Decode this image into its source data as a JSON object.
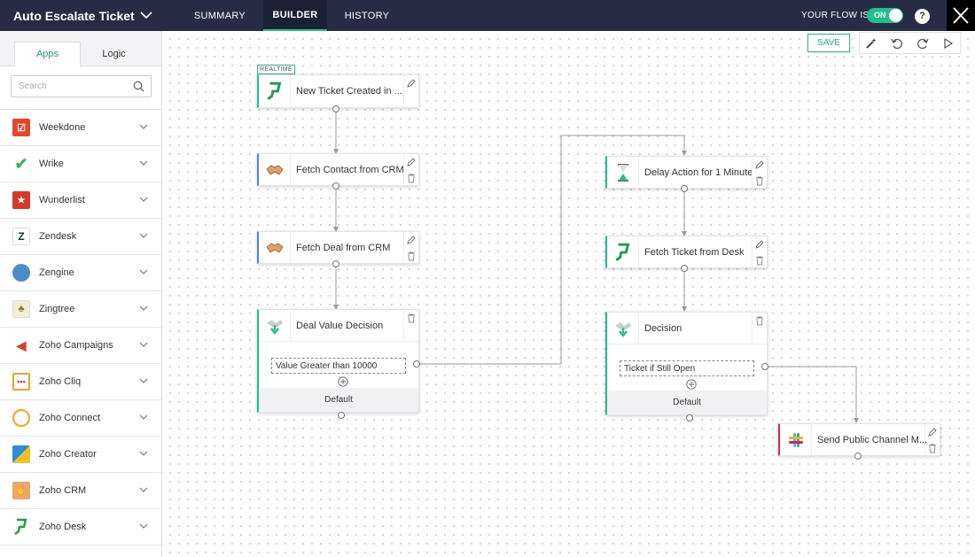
{
  "header": {
    "flow_name": "Auto Escalate Ticket",
    "tabs": [
      {
        "label": "SUMMARY"
      },
      {
        "label": "BUILDER"
      },
      {
        "label": "HISTORY"
      }
    ],
    "flow_status_label": "YOUR FLOW IS",
    "toggle_label": "ON",
    "help_label": "?"
  },
  "sidebar": {
    "tabs": [
      {
        "label": "Apps"
      },
      {
        "label": "Logic"
      }
    ],
    "search_placeholder": "Search",
    "apps": [
      {
        "label": "Weekdone",
        "icon": "weekdone-icon"
      },
      {
        "label": "Wrike",
        "icon": "wrike-icon"
      },
      {
        "label": "Wunderlist",
        "icon": "wunderlist-icon"
      },
      {
        "label": "Zendesk",
        "icon": "zendesk-icon"
      },
      {
        "label": "Zengine",
        "icon": "zengine-icon"
      },
      {
        "label": "Zingtree",
        "icon": "zingtree-icon"
      },
      {
        "label": "Zoho Campaigns",
        "icon": "zoho-campaigns-icon"
      },
      {
        "label": "Zoho Cliq",
        "icon": "zoho-cliq-icon"
      },
      {
        "label": "Zoho Connect",
        "icon": "zoho-connect-icon"
      },
      {
        "label": "Zoho Creator",
        "icon": "zoho-creator-icon"
      },
      {
        "label": "Zoho CRM",
        "icon": "zoho-crm-icon"
      },
      {
        "label": "Zoho Desk",
        "icon": "zoho-desk-icon"
      }
    ]
  },
  "toolbar": {
    "save_label": "SAVE"
  },
  "flow": {
    "realtime_badge": "REALTIME",
    "trigger": {
      "label": "New Ticket Created in ..."
    },
    "fetch_contact": {
      "label": "Fetch Contact from CRM"
    },
    "fetch_deal": {
      "label": "Fetch Deal from CRM"
    },
    "deal_decision": {
      "label": "Deal Value Decision",
      "condition": "Value Greater than 10000",
      "default": "Default"
    },
    "delay": {
      "label": "Delay Action for 1 Minute"
    },
    "fetch_ticket": {
      "label": "Fetch Ticket from Desk"
    },
    "decision": {
      "label": "Decision",
      "condition": "Ticket if Still Open",
      "default": "Default"
    },
    "slack": {
      "label": "Send Public Channel M..."
    }
  },
  "colors": {
    "topbar": "#262c44",
    "accent": "#1fbf8f",
    "crm_accent": "#5c7ed6",
    "slack_accent": "#d9284b"
  }
}
